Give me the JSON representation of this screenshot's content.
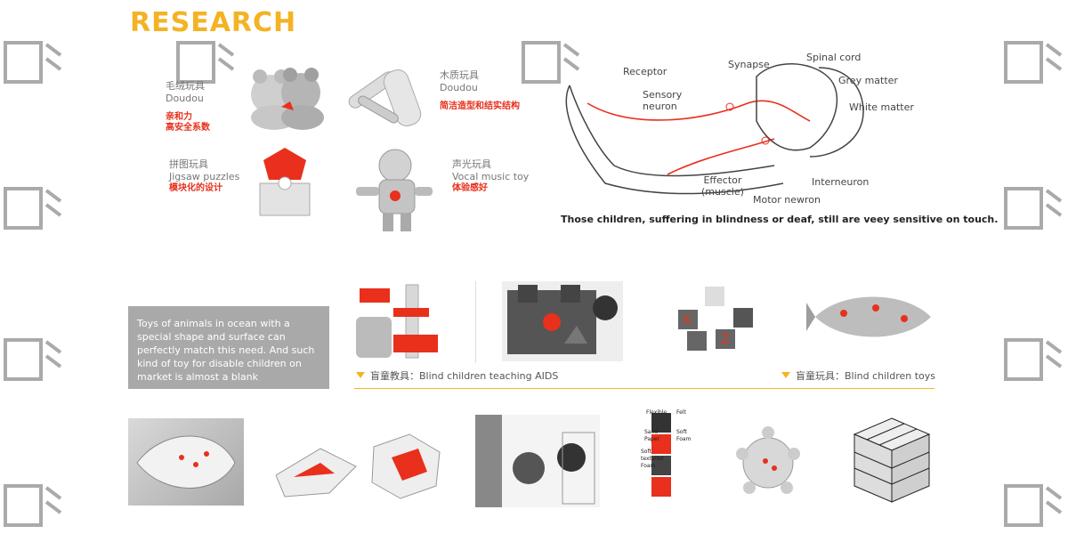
{
  "title": "RESEARCH",
  "toys": [
    {
      "cn": "毛绒玩具",
      "en": "Doudou",
      "red1": "亲和力",
      "red2": "高安全系数"
    },
    {
      "cn": "木质玩具",
      "en": "Doudou",
      "red1": "简洁造型和结实结构"
    },
    {
      "cn": "拼图玩具",
      "en": "Jigsaw puzzles",
      "red1": "模块化的设计"
    },
    {
      "cn": "声光玩具",
      "en": "Vocal music toy",
      "red1": "体验感好"
    }
  ],
  "diagram": {
    "receptor": "Receptor",
    "sensory": "Sensory\nneuron",
    "synapse": "Synapse",
    "spinal": "Spinal cord",
    "grey": "Grey matter",
    "white": "White matter",
    "effector": "Effector\n(muscle)",
    "motor": "Motor newron",
    "inter": "Interneuron",
    "caption": "Those children, suffering in blindness or deaf, still are veey sensitive on touch."
  },
  "box_text": "Toys of animals in ocean with a special shape and surface can perfectly match this need. And such kind of toy for disable children on market is almost a blank",
  "section_teaching": "盲童教具：Blind children teaching AIDS",
  "section_toys": "盲童玩具：Blind children toys",
  "sensory_labels": {
    "a": "Flexible",
    "b": "Felt",
    "c": "Sand Paper",
    "d": "Soft Foam",
    "e": "Soft textured Foam"
  },
  "accent": "#f4b324",
  "red": "#e8301c"
}
